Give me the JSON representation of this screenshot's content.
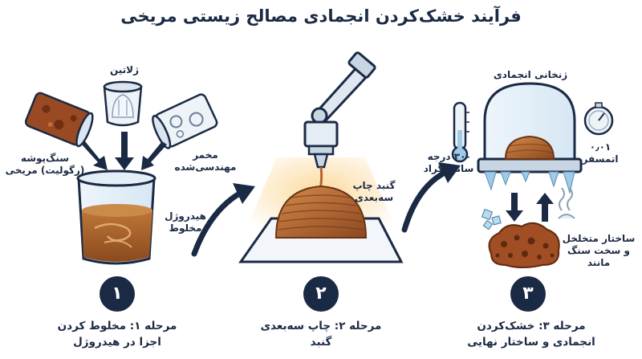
{
  "title": "فرآیند خشک‌کردن انجمادی مصالح زیستی مریخی",
  "labels": {
    "gelatin": "ژلاتین",
    "regolith": "سنگ‌پوشه\n(رگولیت) مریخی",
    "yeast": "مخمر\nمهندسی‌شده",
    "hydrogel": "هیدروژل\nمخلوط",
    "printed_dome": "گنبد چاپ\nسه‌بعدی",
    "freeze_chamber": "ژنخانی انجمادی",
    "temperature": "-۳۰ درجه\nسانتی‌گراد",
    "pressure": "۰٫۰۱\nاتمسفر",
    "porous_structure": "ساختار متخلخل\nو سخت سنگ\nمانند"
  },
  "steps": [
    {
      "number": "۱",
      "caption": "مرحله ۱: مخلوط کردن\nاجزا در هیدروژل"
    },
    {
      "number": "۲",
      "caption": "مرحله ۲: چاپ سه‌بعدی\nگنبد"
    },
    {
      "number": "۳",
      "caption": "مرحله ۳: خشک‌کردن\nانجمادی و ساختار نهایی"
    }
  ],
  "colors": {
    "navy": "#1b2a44",
    "regolith": "#9a4a22",
    "dome": "#b5652f",
    "ice": "#9fcbe8",
    "glow": "#f7c97a"
  }
}
